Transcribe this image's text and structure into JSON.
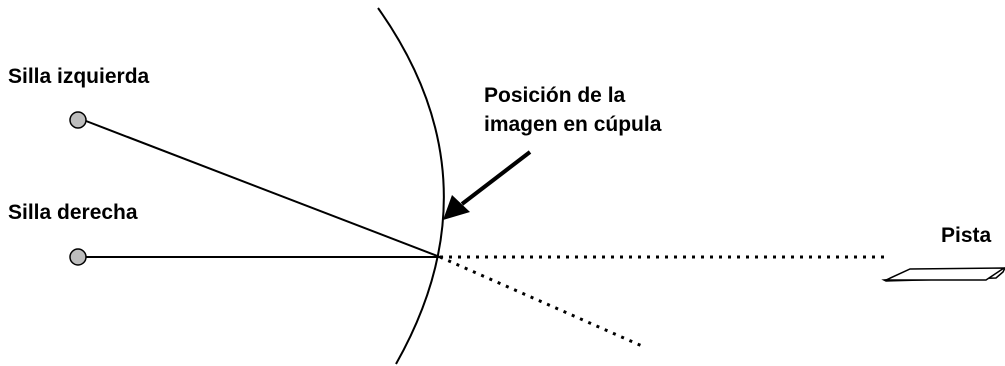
{
  "labels": {
    "left_seat": "Silla izquierda",
    "right_seat": "Silla derecha",
    "dome_image_line1": "Posición de la",
    "dome_image_line2": "imagen en cúpula",
    "runway": "Pista"
  },
  "colors": {
    "line": "#000000",
    "seat_fill": "#bdbdbd",
    "background": "#ffffff"
  }
}
